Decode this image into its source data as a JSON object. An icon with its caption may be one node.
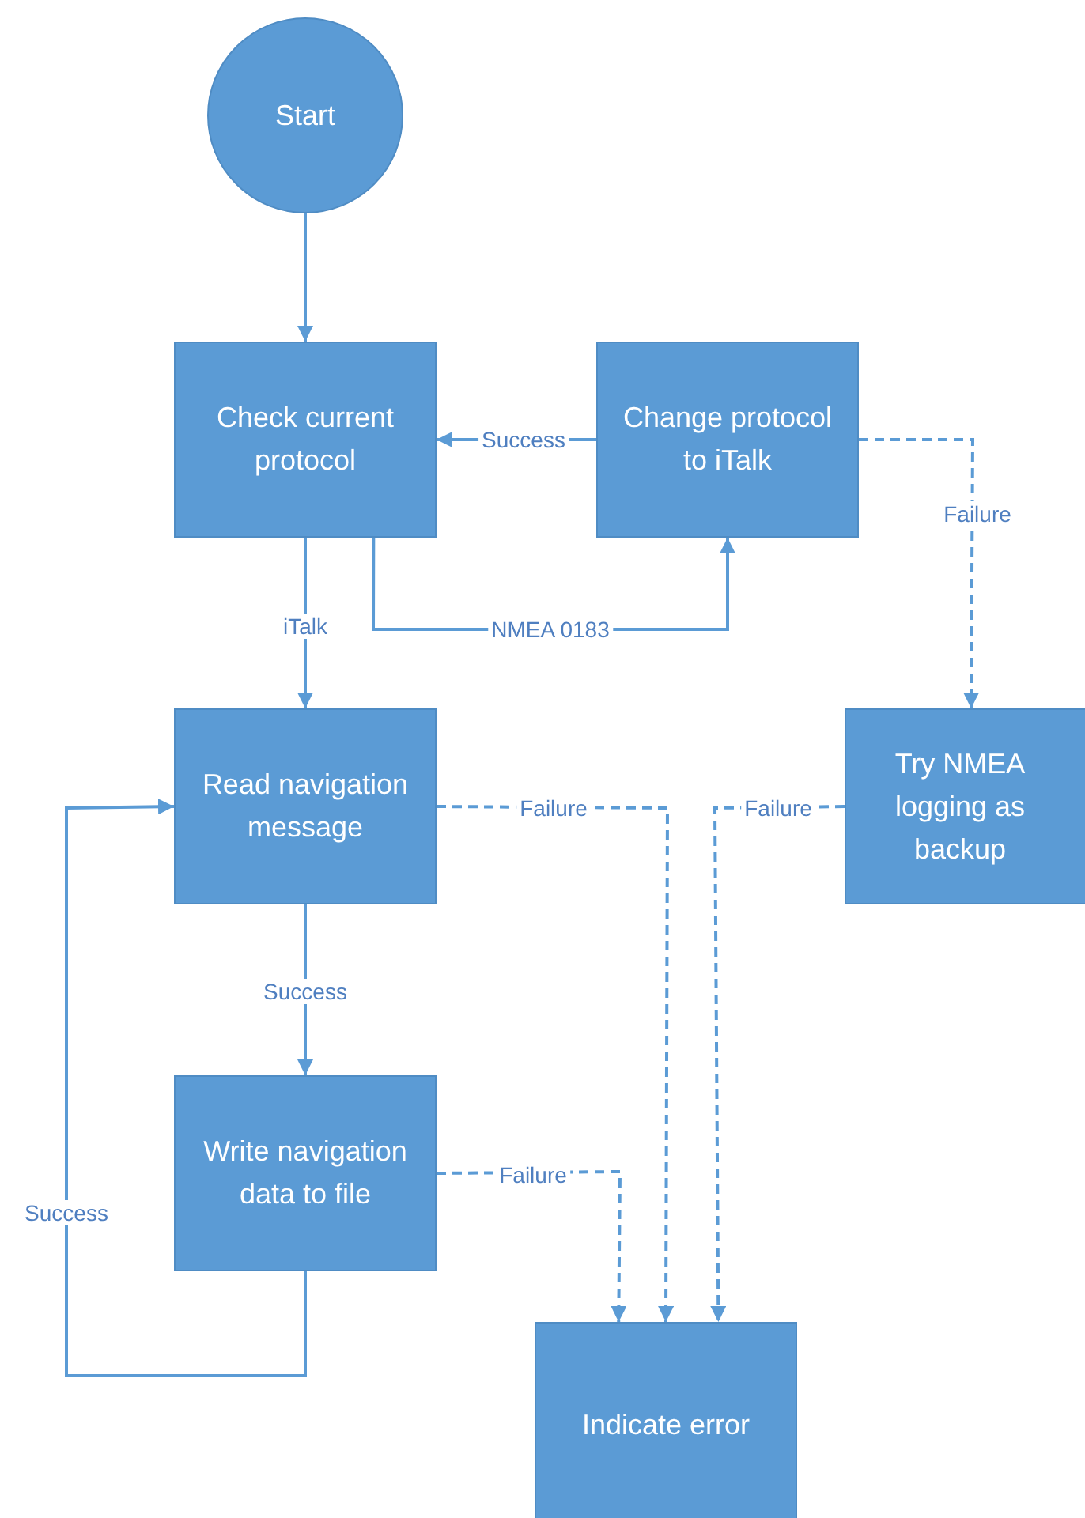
{
  "diagram": {
    "nodes": [
      {
        "text": [
          "Start"
        ]
      },
      {
        "text": [
          "Check current protocol"
        ]
      },
      {
        "text": [
          "Change protocol to iTalk"
        ]
      },
      {
        "text": [
          "Read navigation message"
        ]
      },
      {
        "text": [
          "Try NMEA logging as backup"
        ]
      },
      {
        "text": [
          "Write navigation data to file"
        ]
      },
      {
        "text": [
          "Indicate error"
        ]
      }
    ],
    "edges": [
      {
        "from": 0,
        "to": 1,
        "arrow": "to"
      },
      {
        "from": 2,
        "to": 1,
        "arrow": "to",
        "label": "Success"
      },
      {
        "from": 1,
        "to": 2,
        "arrow": "to",
        "label": "NMEA 0183"
      },
      {
        "from": 2,
        "to": 4,
        "arrow": "to",
        "label": "Failure",
        "style": "dashed"
      },
      {
        "from": 1,
        "to": 3,
        "arrow": "to",
        "label": "iTalk"
      },
      {
        "from": 3,
        "to": 6,
        "arrow": "to",
        "label": "Failure",
        "style": "dashed"
      },
      {
        "from": 4,
        "to": 6,
        "arrow": "to",
        "label": "Failure",
        "style": "dashed"
      },
      {
        "from": 3,
        "to": 5,
        "arrow": "to",
        "label": "Success"
      },
      {
        "from": 5,
        "to": 6,
        "arrow": "to",
        "label": "Failure",
        "style": "dashed"
      },
      {
        "from": 5,
        "to": 3,
        "arrow": "to",
        "label": "Success"
      }
    ]
  }
}
